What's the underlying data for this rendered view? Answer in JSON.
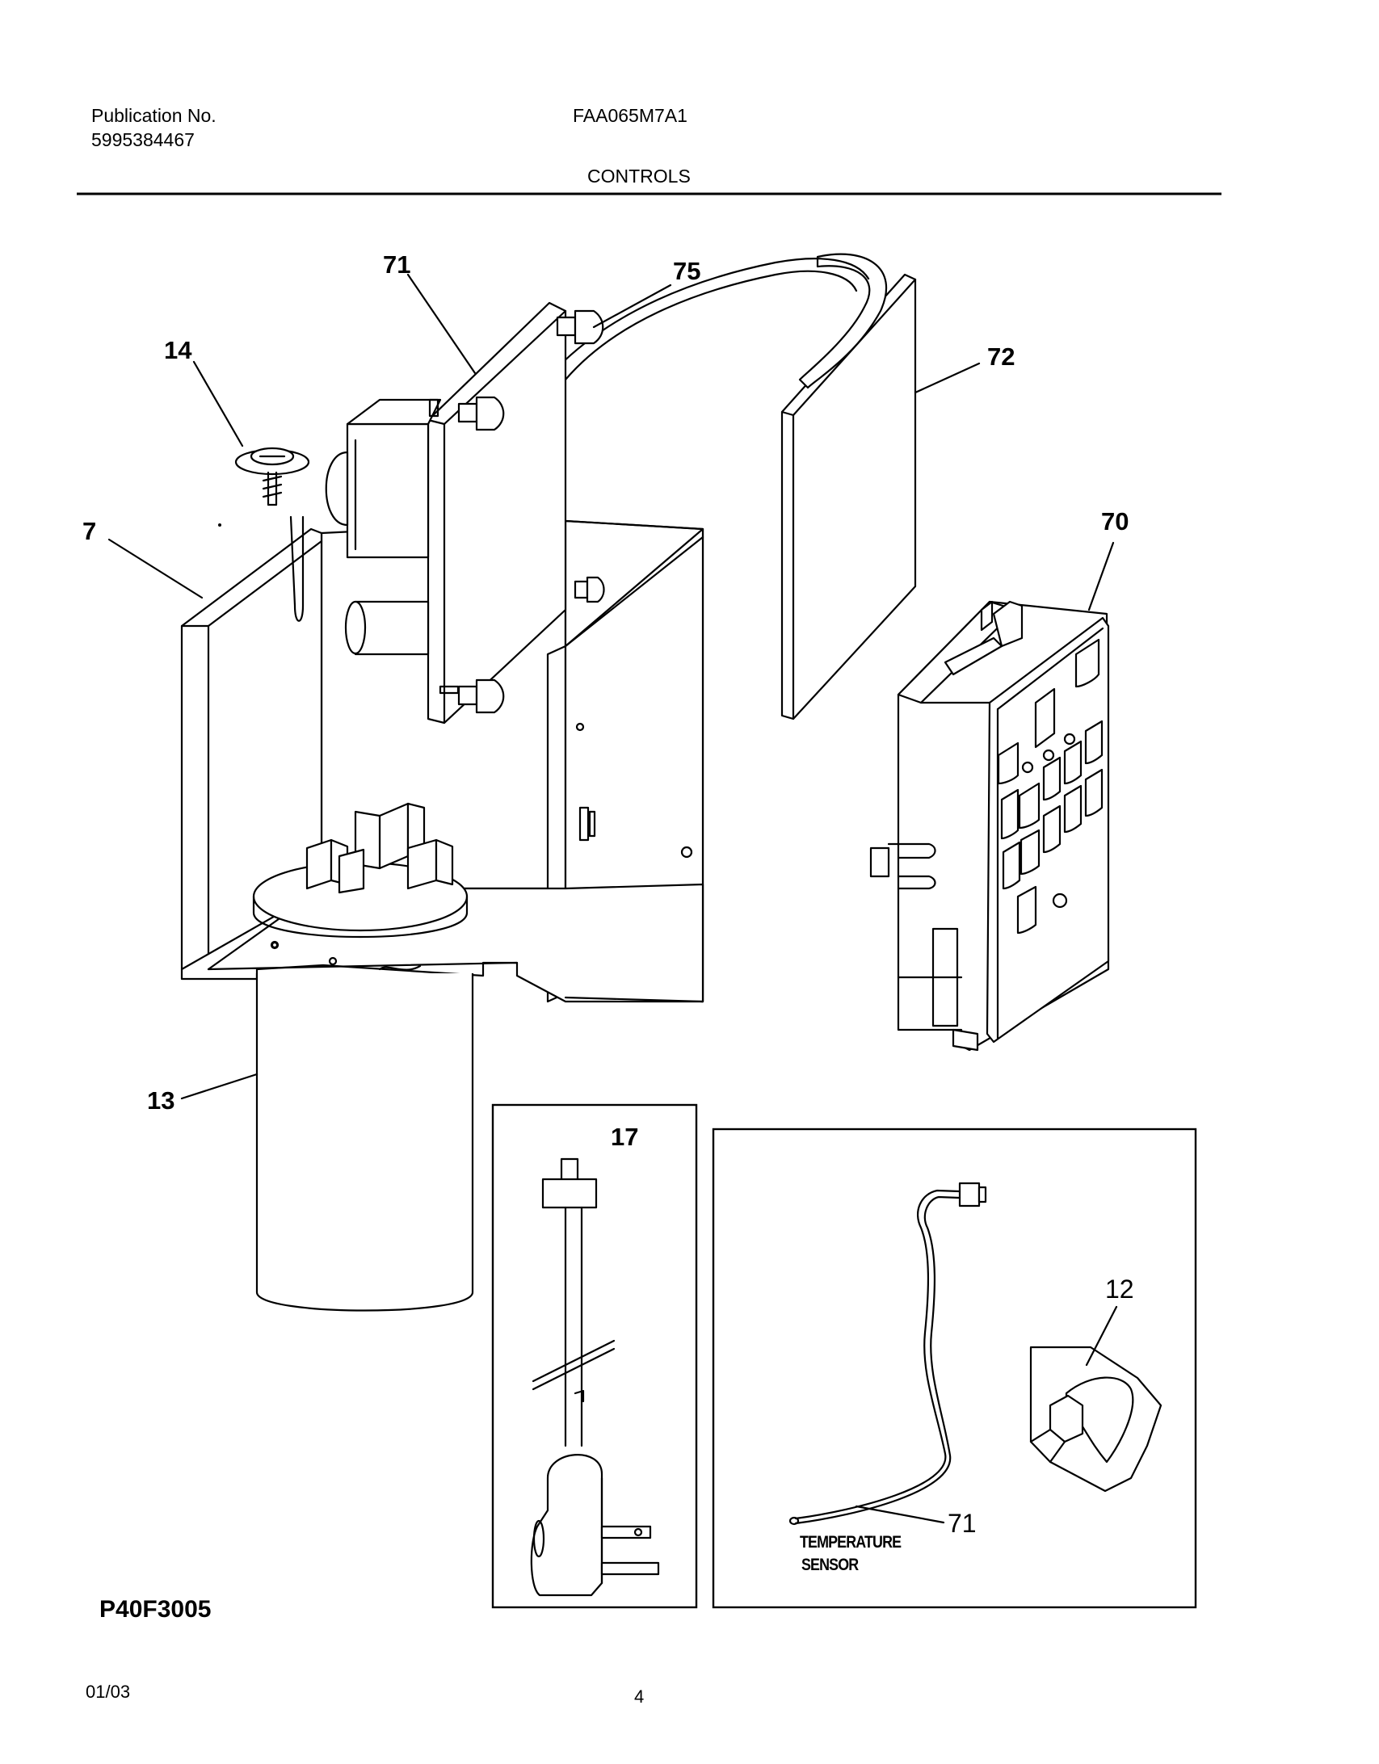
{
  "header": {
    "publication_label": "Publication No.",
    "publication_number": "5995384467",
    "model": "FAA065M7A1",
    "section_title": "CONTROLS"
  },
  "callouts": {
    "c71_top": "71",
    "c75": "75",
    "c14": "14",
    "c72": "72",
    "c7": "7",
    "c70": "70",
    "c13": "13",
    "c17": "17",
    "c12": "12",
    "c71_sensor": "71"
  },
  "sensor_label": {
    "line1": "TEMPERATURE",
    "line2": "SENSOR"
  },
  "figure_code": "P40F3005",
  "footer": {
    "date": "01/03",
    "page": "4"
  }
}
